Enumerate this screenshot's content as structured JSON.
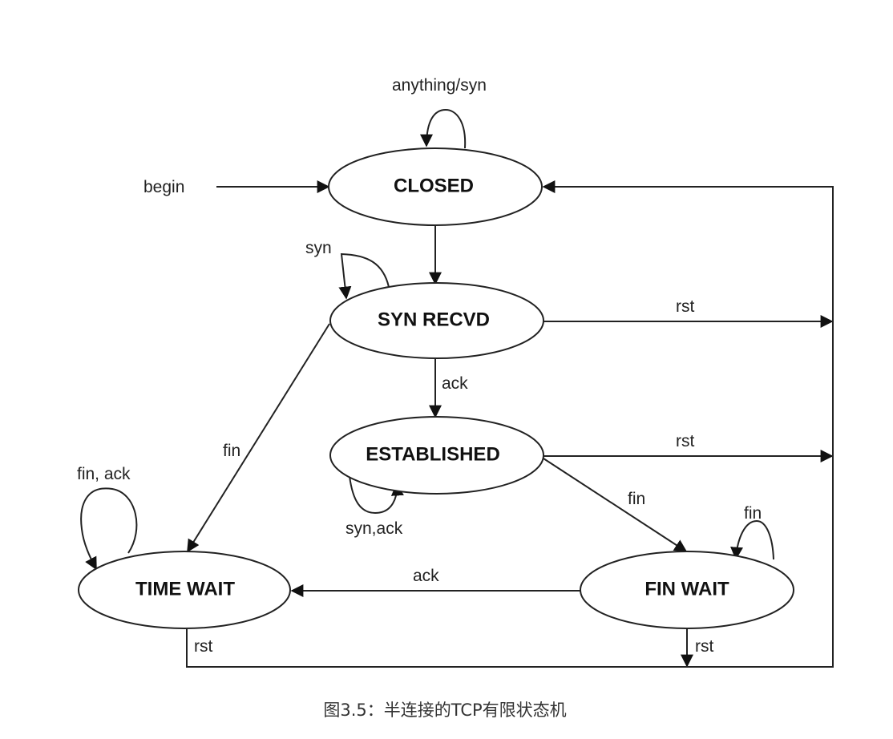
{
  "diagram": {
    "title": "Half-connection TCP finite state machine",
    "caption": "图3.5：半连接的TCP有限状态机",
    "states": [
      {
        "id": "closed",
        "label": "CLOSED"
      },
      {
        "id": "syn_recvd",
        "label": "SYN RECVD"
      },
      {
        "id": "established",
        "label": "ESTABLISHED"
      },
      {
        "id": "time_wait",
        "label": "TIME WAIT"
      },
      {
        "id": "fin_wait",
        "label": "FIN WAIT"
      }
    ],
    "transitions": [
      {
        "from": "start",
        "to": "closed",
        "label": "begin"
      },
      {
        "from": "closed",
        "to": "closed",
        "label": "anything/syn"
      },
      {
        "from": "closed",
        "to": "syn_recvd",
        "label": ""
      },
      {
        "from": "syn_recvd",
        "to": "syn_recvd",
        "label": "syn"
      },
      {
        "from": "syn_recvd",
        "to": "established",
        "label": "ack"
      },
      {
        "from": "syn_recvd",
        "to": "closed",
        "label": "rst"
      },
      {
        "from": "syn_recvd",
        "to": "time_wait",
        "label": "fin"
      },
      {
        "from": "established",
        "to": "established",
        "label": "syn,ack"
      },
      {
        "from": "established",
        "to": "closed",
        "label": "rst"
      },
      {
        "from": "established",
        "to": "fin_wait",
        "label": "fin"
      },
      {
        "from": "fin_wait",
        "to": "fin_wait",
        "label": "fin"
      },
      {
        "from": "fin_wait",
        "to": "time_wait",
        "label": "ack"
      },
      {
        "from": "fin_wait",
        "to": "closed",
        "label": "rst"
      },
      {
        "from": "time_wait",
        "to": "time_wait",
        "label": "fin, ack"
      },
      {
        "from": "time_wait",
        "to": "closed",
        "label": "rst"
      }
    ]
  },
  "labels": {
    "begin": "begin",
    "closed_self": "anything/syn",
    "syn_self": "syn",
    "synrecvd_rst": "rst",
    "synrecvd_ack": "ack",
    "synrecvd_fin": "fin",
    "est_self": "syn,ack",
    "est_rst": "rst",
    "est_fin": "fin",
    "finwait_self": "fin",
    "finwait_ack": "ack",
    "finwait_rst": "rst",
    "timewait_self": "fin, ack",
    "timewait_rst": "rst"
  }
}
